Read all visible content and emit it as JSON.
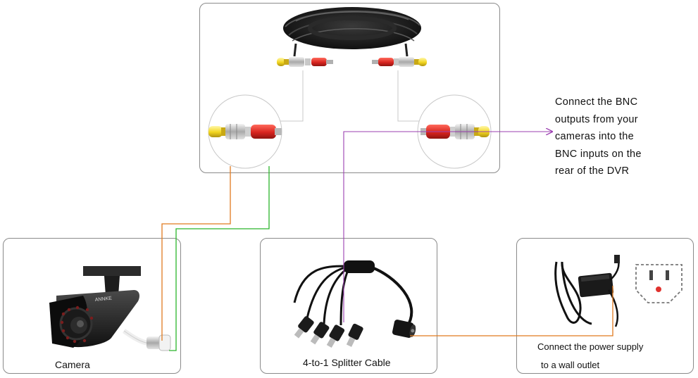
{
  "diagram": {
    "instruction_lines": [
      "Connect the BNC",
      "outputs from your",
      "cameras into the",
      "BNC inputs on the",
      "rear of the DVR"
    ],
    "camera_label": "Camera",
    "splitter_label": "4-to-1 Splitter Cable",
    "power_lines": [
      "Connect the power supply",
      "to a wall outlet"
    ],
    "camera_brand_text": "ANNKE",
    "colors": {
      "panel_border": "#8a8a8a",
      "video_wire": "#e07a1f",
      "power_wire": "#2bb52b",
      "bnc_line": "#9b3fb0",
      "connector_yellow": "#f2d51e",
      "connector_red": "#e0322e"
    }
  }
}
